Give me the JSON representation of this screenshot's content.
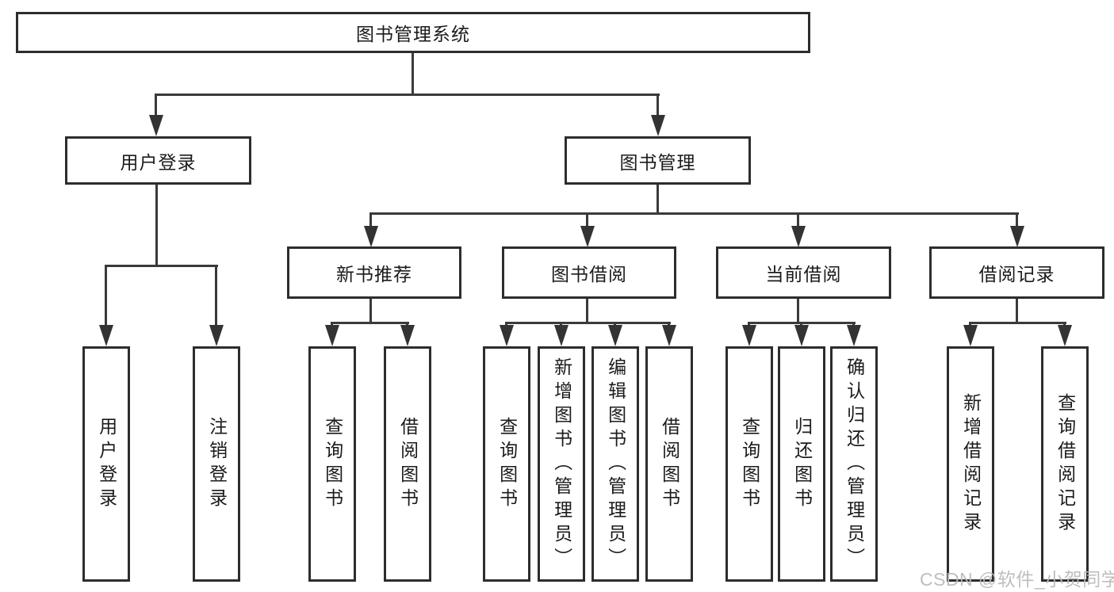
{
  "tree": {
    "root": "图书管理系统",
    "level2": [
      {
        "label": "用户登录",
        "children": [
          "用户登录",
          "注销登录"
        ]
      },
      {
        "label": "图书管理",
        "children": [
          {
            "label": "新书推荐",
            "children": [
              "查询图书",
              "借阅图书"
            ]
          },
          {
            "label": "图书借阅",
            "children": [
              "查询图书",
              "新增图书（管理员）",
              "编辑图书（管理员）",
              "借阅图书"
            ]
          },
          {
            "label": "当前借阅",
            "children": [
              "查询图书",
              "归还图书",
              "确认归还（管理员）"
            ]
          },
          {
            "label": "借阅记录",
            "children": [
              "新增借阅记录",
              "查询借阅记录"
            ]
          }
        ]
      }
    ]
  },
  "watermark": {
    "text": "CSDN @软件_小贺同学"
  },
  "colors": {
    "background": "#ffffff",
    "box_border": "#2d2d2d",
    "connector_line": "#3a3a3a",
    "text": "#1b1b1b",
    "watermark_text": "#bcb8b8"
  }
}
